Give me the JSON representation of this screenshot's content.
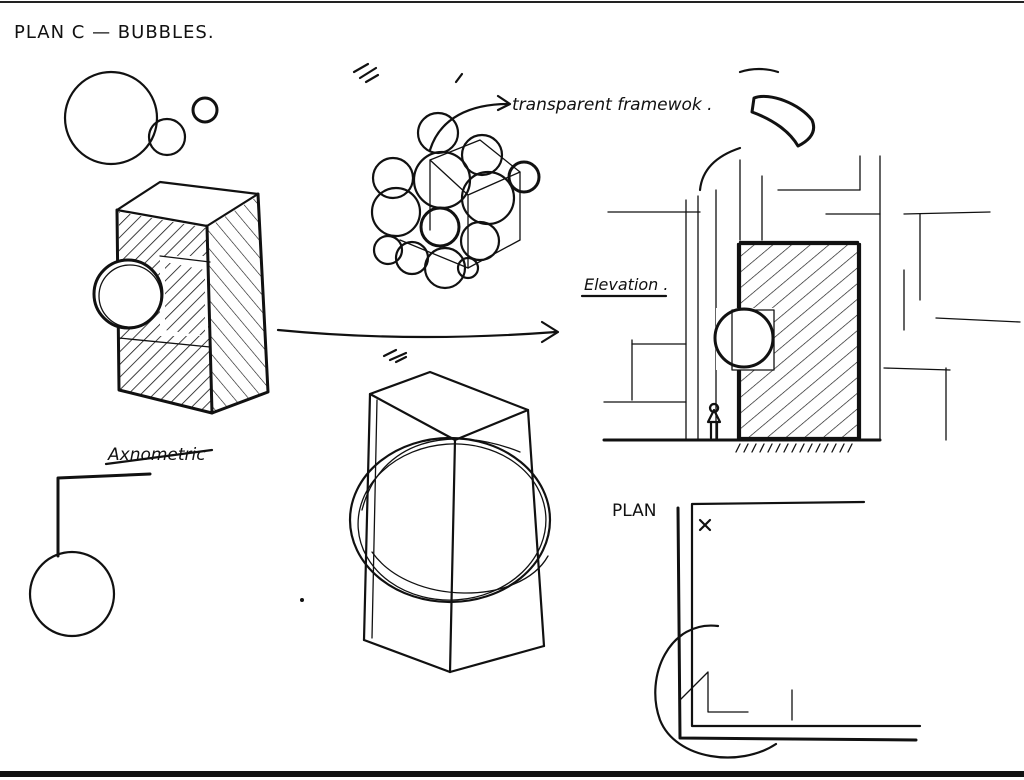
{
  "title": "PLAN C — BUBBLES.",
  "labels": {
    "transparent_framework": "transparent framewok .",
    "elevation": "Elevation .",
    "axonometric": "Axnometric",
    "plan": "PLAN"
  },
  "colors": {
    "ink": "#111111",
    "paper": "#ffffff"
  }
}
